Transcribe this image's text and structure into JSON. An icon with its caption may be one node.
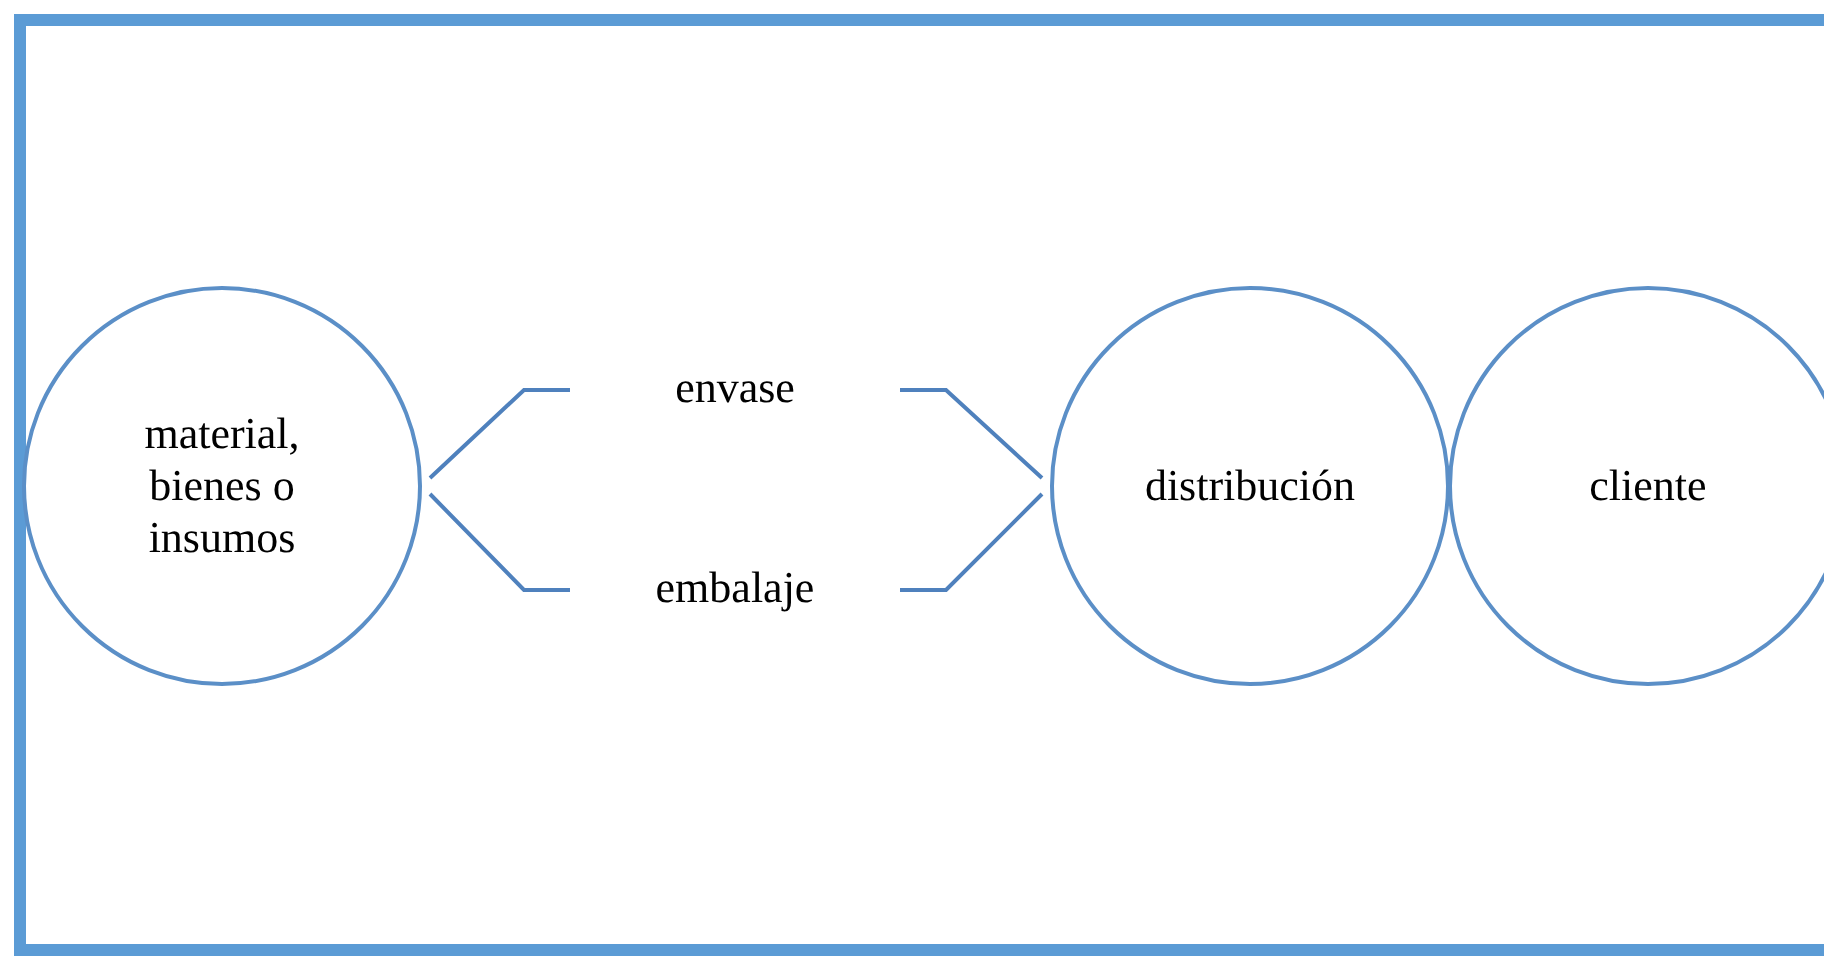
{
  "diagram": {
    "nodes": [
      {
        "text": [
          "material, bienes o insumos"
        ]
      },
      {
        "text": [
          "envase"
        ]
      },
      {
        "text": [
          "embalaje"
        ]
      },
      {
        "text": [
          "distribución"
        ]
      },
      {
        "text": [
          "cliente"
        ]
      }
    ],
    "edges": [
      {
        "from": 0,
        "to": 1,
        "arrow": "none"
      },
      {
        "from": 0,
        "to": 2,
        "arrow": "none"
      },
      {
        "from": 1,
        "to": 3,
        "arrow": "none"
      },
      {
        "from": 2,
        "to": 3,
        "arrow": "none"
      }
    ]
  }
}
